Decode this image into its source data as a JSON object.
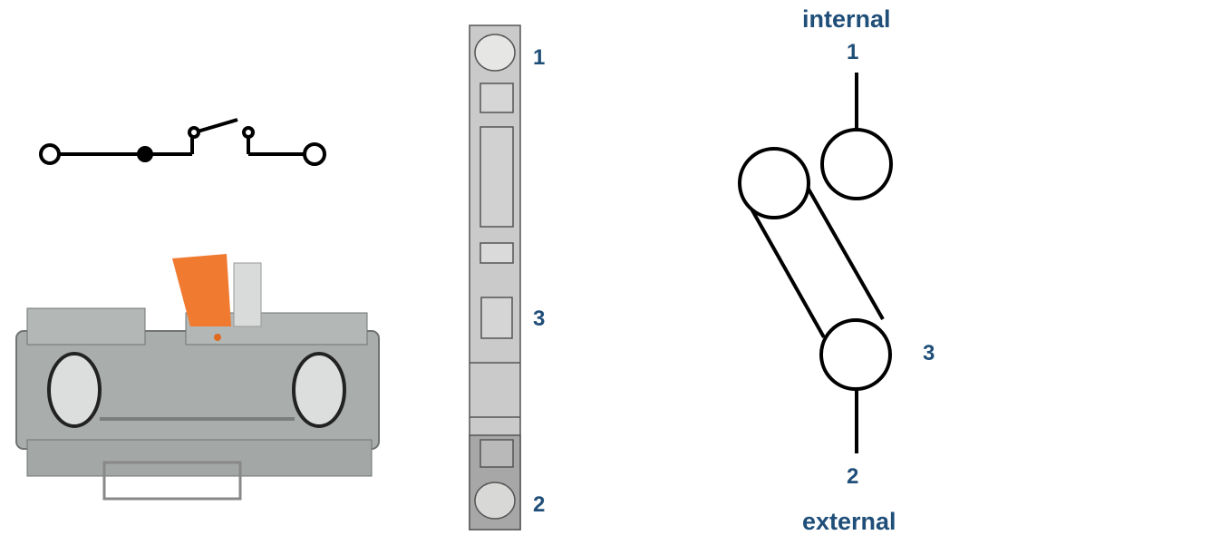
{
  "colors": {
    "label": "#1f4e79",
    "body": "#a9adab",
    "lever": "#f07a30",
    "line": "#000000"
  },
  "terminal_view": {
    "labels": {
      "t1": "1",
      "t3": "3",
      "t2": "2"
    }
  },
  "schematic": {
    "top_label": "internal",
    "bottom_label": "external",
    "t1": "1",
    "t2": "2",
    "t3": "3"
  }
}
